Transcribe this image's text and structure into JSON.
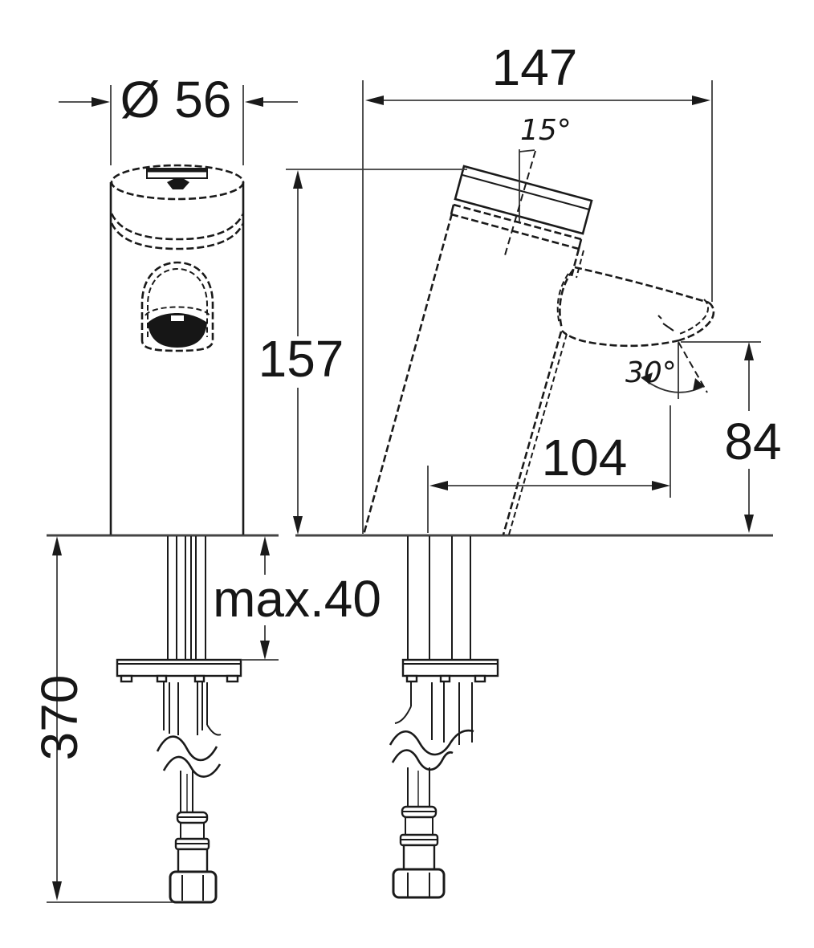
{
  "drawing": {
    "labels": {
      "diameter": "Ø 56",
      "depth": "147",
      "tilt_angle": "15°",
      "height": "157",
      "spout_angle": "30°",
      "spout_height": "84",
      "spout_reach": "104",
      "max_counter_thickness": "max.40",
      "supply_length": "370"
    },
    "colors": {
      "object_line": "#1a1a1a",
      "dimension_line": "#3c3c3c",
      "background": "#ffffff",
      "text": "#161616"
    }
  }
}
